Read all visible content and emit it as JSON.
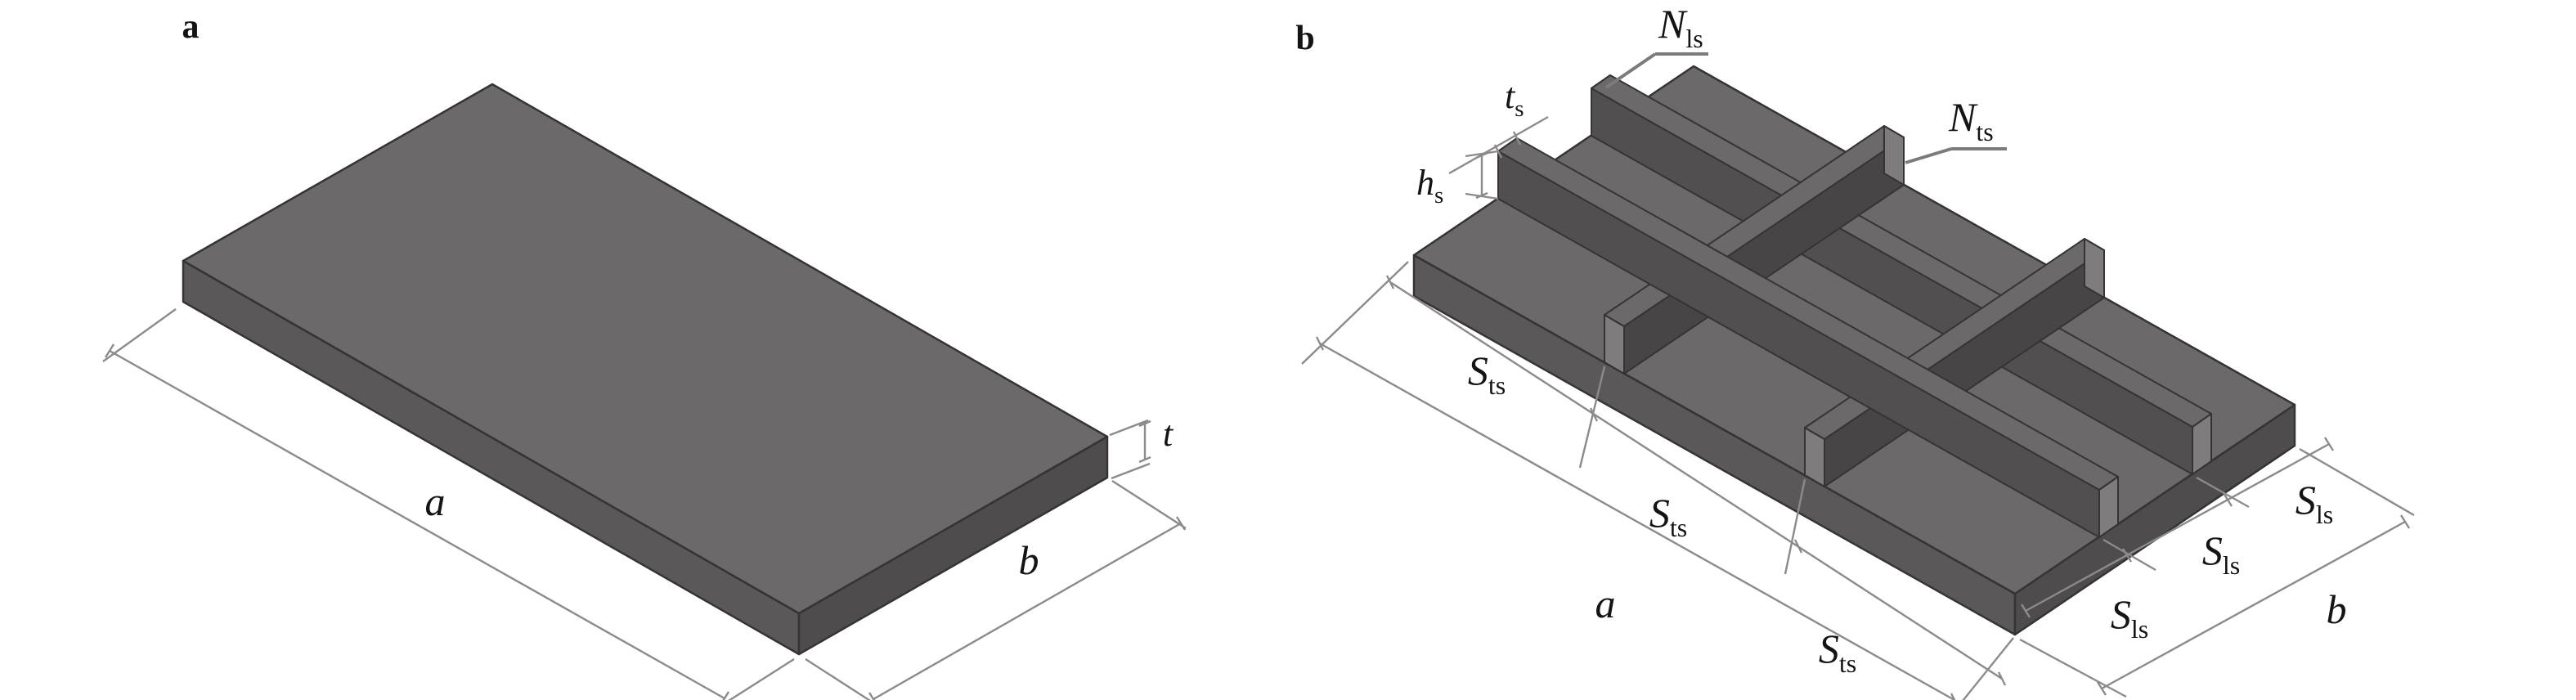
{
  "page": {
    "background": "#ffffff",
    "description_note": ""
  },
  "colors": {
    "plate_top": "#6B6969",
    "plate_side_left": "#5A5858",
    "plate_side_right": "#4E4C4C",
    "fin_web_longitudinal": "#514F4F",
    "fin_web_transverse": "#474545",
    "fin_top": "#6B6969",
    "fin_end": "#7E7C7C",
    "dim_line": "#8C8A8A",
    "leader_line": "#7C7A7A"
  },
  "panel_a": {
    "panel_label": "a",
    "dim_a": "a",
    "dim_b": "b",
    "dim_t": "t"
  },
  "panel_b": {
    "panel_label": "b",
    "label_n_ls": {
      "main": "N",
      "sub": "ls"
    },
    "label_n_ts": {
      "main": "N",
      "sub": "ts"
    },
    "label_t_s": {
      "main": "t",
      "sub": "s"
    },
    "label_h_s": {
      "main": "h",
      "sub": "s"
    },
    "label_s_ts": {
      "main": "S",
      "sub": "ts"
    },
    "label_s_ls": {
      "main": "S",
      "sub": "ls"
    },
    "dim_a": "a",
    "dim_b": "b",
    "longitudinal_stiffener_count": 2,
    "transverse_stiffener_count": 2
  }
}
